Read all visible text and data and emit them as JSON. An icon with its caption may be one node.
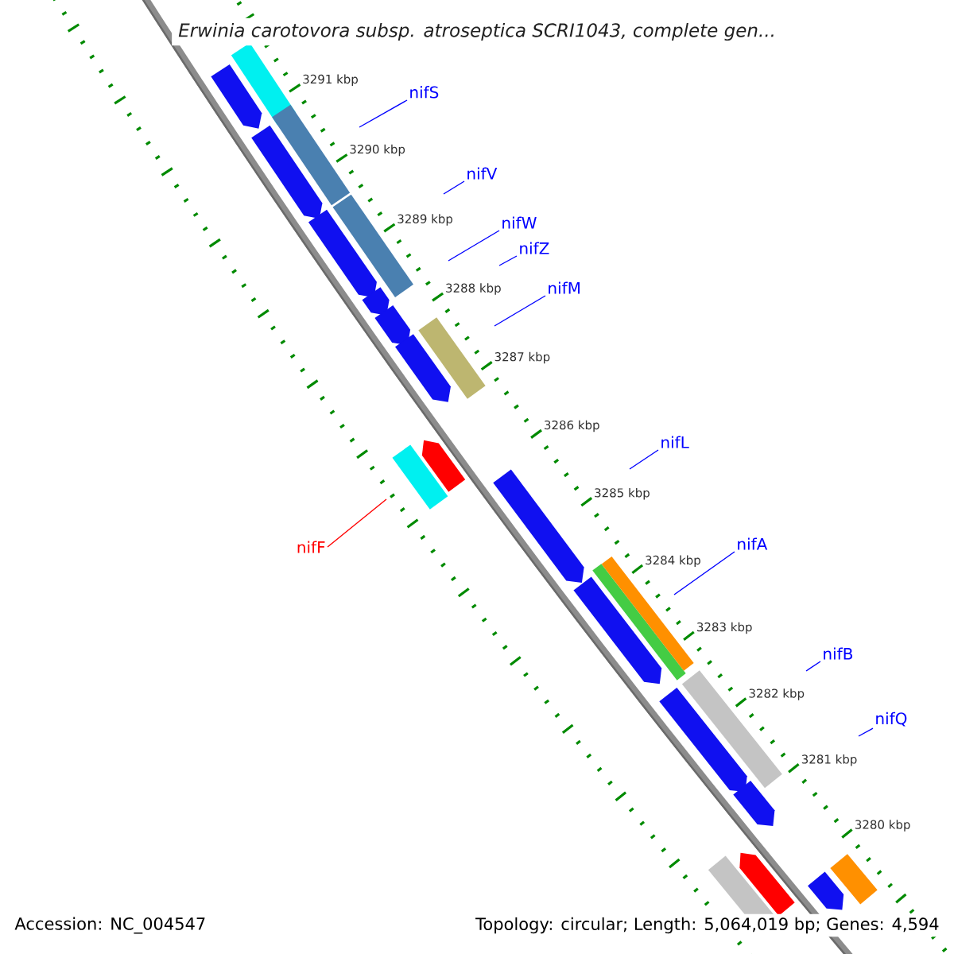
{
  "diagram": {
    "title": "Erwinia carotovora subsp. atroseptica SCRI1043, complete gen...",
    "nodes": [
      {
        "text": [
          "nifS"
        ]
      },
      {
        "text": [
          "nifV"
        ]
      },
      {
        "text": [
          "nifW"
        ]
      },
      {
        "text": [
          "nifZ"
        ]
      },
      {
        "text": [
          "nifM"
        ]
      },
      {
        "text": [
          "nifL"
        ]
      },
      {
        "text": [
          "nifF"
        ]
      },
      {
        "text": [
          "nifA"
        ]
      },
      {
        "text": [
          "nifB"
        ]
      },
      {
        "text": [
          "nifQ"
        ]
      }
    ],
    "edges": [
      {
        "from": 0,
        "to": null,
        "arrow": "none"
      },
      {
        "from": 1,
        "to": null,
        "arrow": "none"
      },
      {
        "from": 2,
        "to": null,
        "arrow": "none"
      },
      {
        "from": 3,
        "to": null,
        "arrow": "none"
      },
      {
        "from": 4,
        "to": null,
        "arrow": "none"
      },
      {
        "from": 5,
        "to": null,
        "arrow": "none"
      },
      {
        "from": 6,
        "to": null,
        "arrow": "none",
        "color": "#ff0000"
      },
      {
        "from": 7,
        "to": null,
        "arrow": "none"
      },
      {
        "from": 8,
        "to": null,
        "arrow": "none"
      },
      {
        "from": 9,
        "to": null,
        "arrow": "none"
      }
    ],
    "labels": [
      "3291 kbp",
      "3290 kbp",
      "3289 kbp",
      "3288 kbp",
      "3287 kbp",
      "3286 kbp",
      "3285 kbp",
      "3284 kbp",
      "3283 kbp",
      "3282 kbp",
      "3281 kbp",
      "3280 kbp",
      "Accession: NC_004547",
      "Topology: circular; Length: 5,064,019 bp; Genes: 4,594"
    ]
  }
}
